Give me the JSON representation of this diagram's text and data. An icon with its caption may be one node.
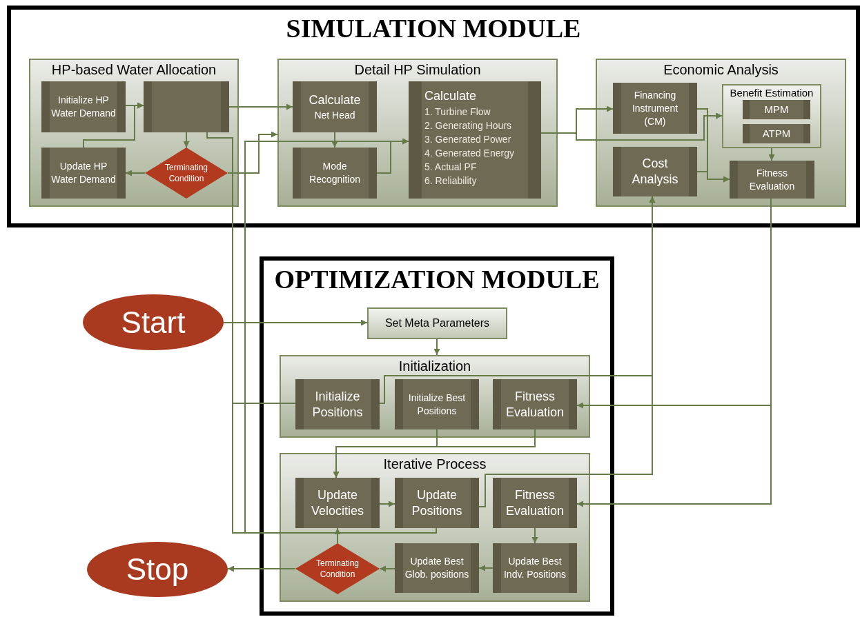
{
  "diagram": {
    "nodes": [
      {
        "text": [
          "SIMULATION MODULE"
        ]
      },
      {
        "text": [
          "HP-based Water Allocation"
        ],
        "in": 0
      },
      {
        "text": [
          "Initialize HP Water Demand"
        ],
        "in": 1
      },
      {
        "text": [],
        "shape": "box",
        "in": 1
      },
      {
        "text": [
          "Update HP Water Demand"
        ],
        "in": 1
      },
      {
        "text": [
          "Terminating Condition"
        ],
        "in": 1
      },
      {
        "text": [
          "Detail HP Simulation"
        ],
        "in": 0
      },
      {
        "text": [
          "Calculate",
          "Net Head"
        ],
        "in": 6
      },
      {
        "text": [
          "Mode Recognition"
        ],
        "in": 6
      },
      {
        "text": [
          "Calculate",
          "1. Turbine Flow",
          "2. Generating Hours",
          "3. Generated Power",
          "4. Generated Energy",
          "5. Actual PF",
          "6. Reliability"
        ],
        "in": 6
      },
      {
        "text": [
          "Economic Analysis"
        ],
        "in": 0
      },
      {
        "text": [
          "Financing Instrument (CM)"
        ],
        "in": 10
      },
      {
        "text": [
          "Benefit Estimation"
        ],
        "in": 10
      },
      {
        "text": [
          "MPM"
        ],
        "in": 12
      },
      {
        "text": [
          "ATPM"
        ],
        "in": 12
      },
      {
        "text": [
          "Cost Analysis"
        ],
        "in": 10
      },
      {
        "text": [
          "Fitness Evaluation"
        ],
        "in": 10
      },
      {
        "text": [
          "OPTIMIZATION MODULE"
        ]
      },
      {
        "text": [
          "Start"
        ]
      },
      {
        "text": [
          "Stop"
        ]
      },
      {
        "text": [
          "Set Meta Parameters"
        ],
        "in": 17
      },
      {
        "text": [
          "Initialization"
        ],
        "in": 17
      },
      {
        "text": [
          "Initialize Positions"
        ],
        "in": 21
      },
      {
        "text": [
          "Initialize Best Positions"
        ],
        "in": 21
      },
      {
        "text": [
          "Fitness Evaluation"
        ],
        "in": 21
      },
      {
        "text": [
          "Iterative Process"
        ],
        "in": 17
      },
      {
        "text": [
          "Update Velocities"
        ],
        "in": 25
      },
      {
        "text": [
          "Update Positions"
        ],
        "in": 25
      },
      {
        "text": [
          "Fitness Evaluation"
        ],
        "in": 25
      },
      {
        "text": [
          "Terminating Condition"
        ],
        "in": 25
      },
      {
        "text": [
          "Update Best Glob. positions"
        ],
        "in": 25
      },
      {
        "text": [
          "Update Best Indv. Positions"
        ],
        "in": 25
      }
    ],
    "edges": [
      {
        "from": 2,
        "to": 3,
        "arrow": "to"
      },
      {
        "from": 4,
        "to": 3,
        "arrow": "to"
      },
      {
        "from": 3,
        "to": 5,
        "arrow": "to"
      },
      {
        "from": 5,
        "to": 4,
        "arrow": "to"
      },
      {
        "from": 3,
        "to": 7,
        "arrow": "to"
      },
      {
        "from": 7,
        "to": 8,
        "arrow": "to"
      },
      {
        "from": 8,
        "to": 9,
        "arrow": "to"
      },
      {
        "from": 5,
        "to": 6,
        "arrow": "to"
      },
      {
        "from": 22,
        "to": 3,
        "arrow": "none"
      },
      {
        "from": 27,
        "to": 3,
        "arrow": "none"
      },
      {
        "from": 27,
        "to": 9,
        "arrow": "to"
      },
      {
        "from": 9,
        "to": 11,
        "arrow": "to"
      },
      {
        "from": 9,
        "to": 12,
        "arrow": "to"
      },
      {
        "from": 11,
        "to": 12,
        "arrow": "to"
      },
      {
        "from": 11,
        "to": 16,
        "arrow": "to"
      },
      {
        "from": 15,
        "to": 16,
        "arrow": "to"
      },
      {
        "from": 12,
        "to": 16,
        "arrow": "to"
      },
      {
        "from": 16,
        "to": 24,
        "arrow": "to"
      },
      {
        "from": 16,
        "to": 28,
        "arrow": "to"
      },
      {
        "from": 22,
        "to": 15,
        "arrow": "to"
      },
      {
        "from": 27,
        "to": 15,
        "arrow": "to"
      },
      {
        "from": 18,
        "to": 20,
        "arrow": "to"
      },
      {
        "from": 20,
        "to": 21,
        "arrow": "to"
      },
      {
        "from": 23,
        "to": 26,
        "arrow": "to"
      },
      {
        "from": 24,
        "to": 26,
        "arrow": "to"
      },
      {
        "from": 26,
        "to": 27,
        "arrow": "to"
      },
      {
        "from": 28,
        "to": 31,
        "arrow": "to"
      },
      {
        "from": 31,
        "to": 30,
        "arrow": "to"
      },
      {
        "from": 30,
        "to": 29,
        "arrow": "to"
      },
      {
        "from": 29,
        "to": 26,
        "arrow": "to"
      },
      {
        "from": 29,
        "to": 19,
        "arrow": "to"
      }
    ]
  }
}
